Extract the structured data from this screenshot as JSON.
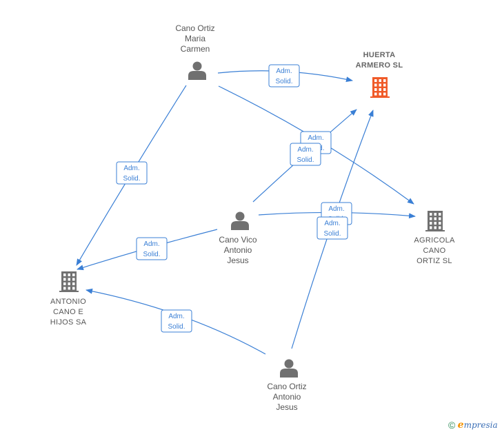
{
  "nodes": {
    "maria_carmen": {
      "lines": [
        "Cano Ortiz",
        "Maria",
        "Carmen"
      ],
      "icon": "person-icon"
    },
    "vico_antonio": {
      "lines": [
        "Cano Vico",
        "Antonio",
        "Jesus"
      ],
      "icon": "person-icon"
    },
    "ortiz_antonio": {
      "lines": [
        "Cano Ortiz",
        "Antonio",
        "Jesus"
      ],
      "icon": "person-icon"
    },
    "huerta_armero": {
      "lines": [
        "HUERTA",
        "ARMERO  SL"
      ],
      "icon": "building-icon",
      "color": "#f05a28"
    },
    "agricola": {
      "lines": [
        "AGRICOLA",
        "CANO",
        "ORTIZ  SL"
      ],
      "icon": "building-icon",
      "color": "#707070"
    },
    "antonio_cano": {
      "lines": [
        "ANTONIO",
        "CANO E",
        "HIJOS SA"
      ],
      "icon": "building-icon",
      "color": "#707070"
    }
  },
  "edges": [
    {
      "from": "maria_carmen",
      "to": "huerta_armero",
      "label": [
        "Adm.",
        "Solid."
      ]
    },
    {
      "from": "maria_carmen",
      "to": "agricola",
      "label": [
        "Adm.",
        "Solid."
      ]
    },
    {
      "from": "maria_carmen",
      "to": "antonio_cano",
      "label": [
        "Adm.",
        "Solid."
      ]
    },
    {
      "from": "vico_antonio",
      "to": "huerta_armero",
      "label": [
        "Adm.",
        "Solid."
      ]
    },
    {
      "from": "vico_antonio",
      "to": "agricola",
      "label": [
        "Adm.",
        "Solid."
      ]
    },
    {
      "from": "vico_antonio",
      "to": "antonio_cano",
      "label": [
        "Adm.",
        "Solid."
      ]
    },
    {
      "from": "ortiz_antonio",
      "to": "huerta_armero",
      "label": [
        "Adm.",
        "Solid."
      ]
    },
    {
      "from": "ortiz_antonio",
      "to": "antonio_cano",
      "label": [
        "Adm.",
        "Solid."
      ]
    }
  ],
  "colors": {
    "edge": "#3a7fd5",
    "person": "#707070",
    "label_text": "#3a7fd5"
  },
  "footer": {
    "copyright": "©",
    "brand_initial": "e",
    "brand_rest": "mpresia"
  }
}
